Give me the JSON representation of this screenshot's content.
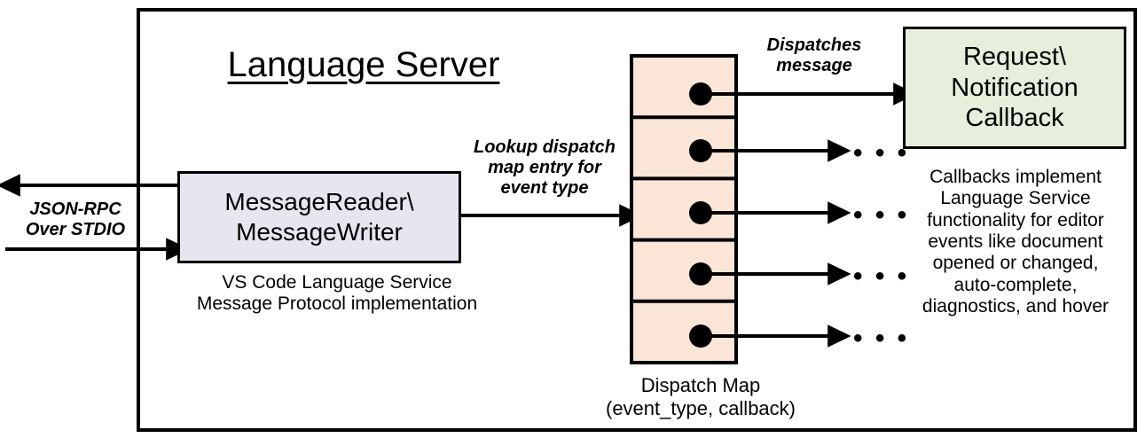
{
  "diagram": {
    "title": "Language Server",
    "outer_border_color": "#000000",
    "background": "#ffffff"
  },
  "left_flow": {
    "label": "JSON-RPC\nOver STDIO",
    "outbound_arrow_name": "arrow-out-to-client",
    "inbound_arrow_name": "arrow-in-from-client"
  },
  "message_io": {
    "box_label": "MessageReader\\\nMessageWriter",
    "caption": "VS Code Language Service\nMessage Protocol implementation",
    "fill": "#E8E4F0",
    "stroke": "#000000"
  },
  "lookup_flow": {
    "label": "Lookup dispatch\nmap entry for\nevent type"
  },
  "dispatch_map": {
    "caption": "Dispatch Map\n(event_type, callback)",
    "fill": "#FBE5D6",
    "stroke": "#000000",
    "row_count": 5,
    "rows": [
      {
        "index": 1,
        "dot": "●",
        "outgoing": "dispatches-to-callback"
      },
      {
        "index": 2,
        "dot": "●",
        "outgoing": "ellipsis"
      },
      {
        "index": 3,
        "dot": "●",
        "outgoing": "ellipsis"
      },
      {
        "index": 4,
        "dot": "●",
        "outgoing": "ellipsis"
      },
      {
        "index": 5,
        "dot": "●",
        "outgoing": "ellipsis"
      }
    ]
  },
  "dispatch_flow": {
    "label": "Dispatches\nmessage"
  },
  "ellipses": {
    "glyph": "• • •",
    "count": 4
  },
  "callback": {
    "box_label": "Request\\\nNotification\nCallback",
    "caption": "Callbacks implement\nLanguage Service\nfunctionality for editor\nevents like document\nopened or changed,\nauto-complete,\ndiagnostics, and hover",
    "fill": "#E6EFDC",
    "stroke": "#000000"
  }
}
